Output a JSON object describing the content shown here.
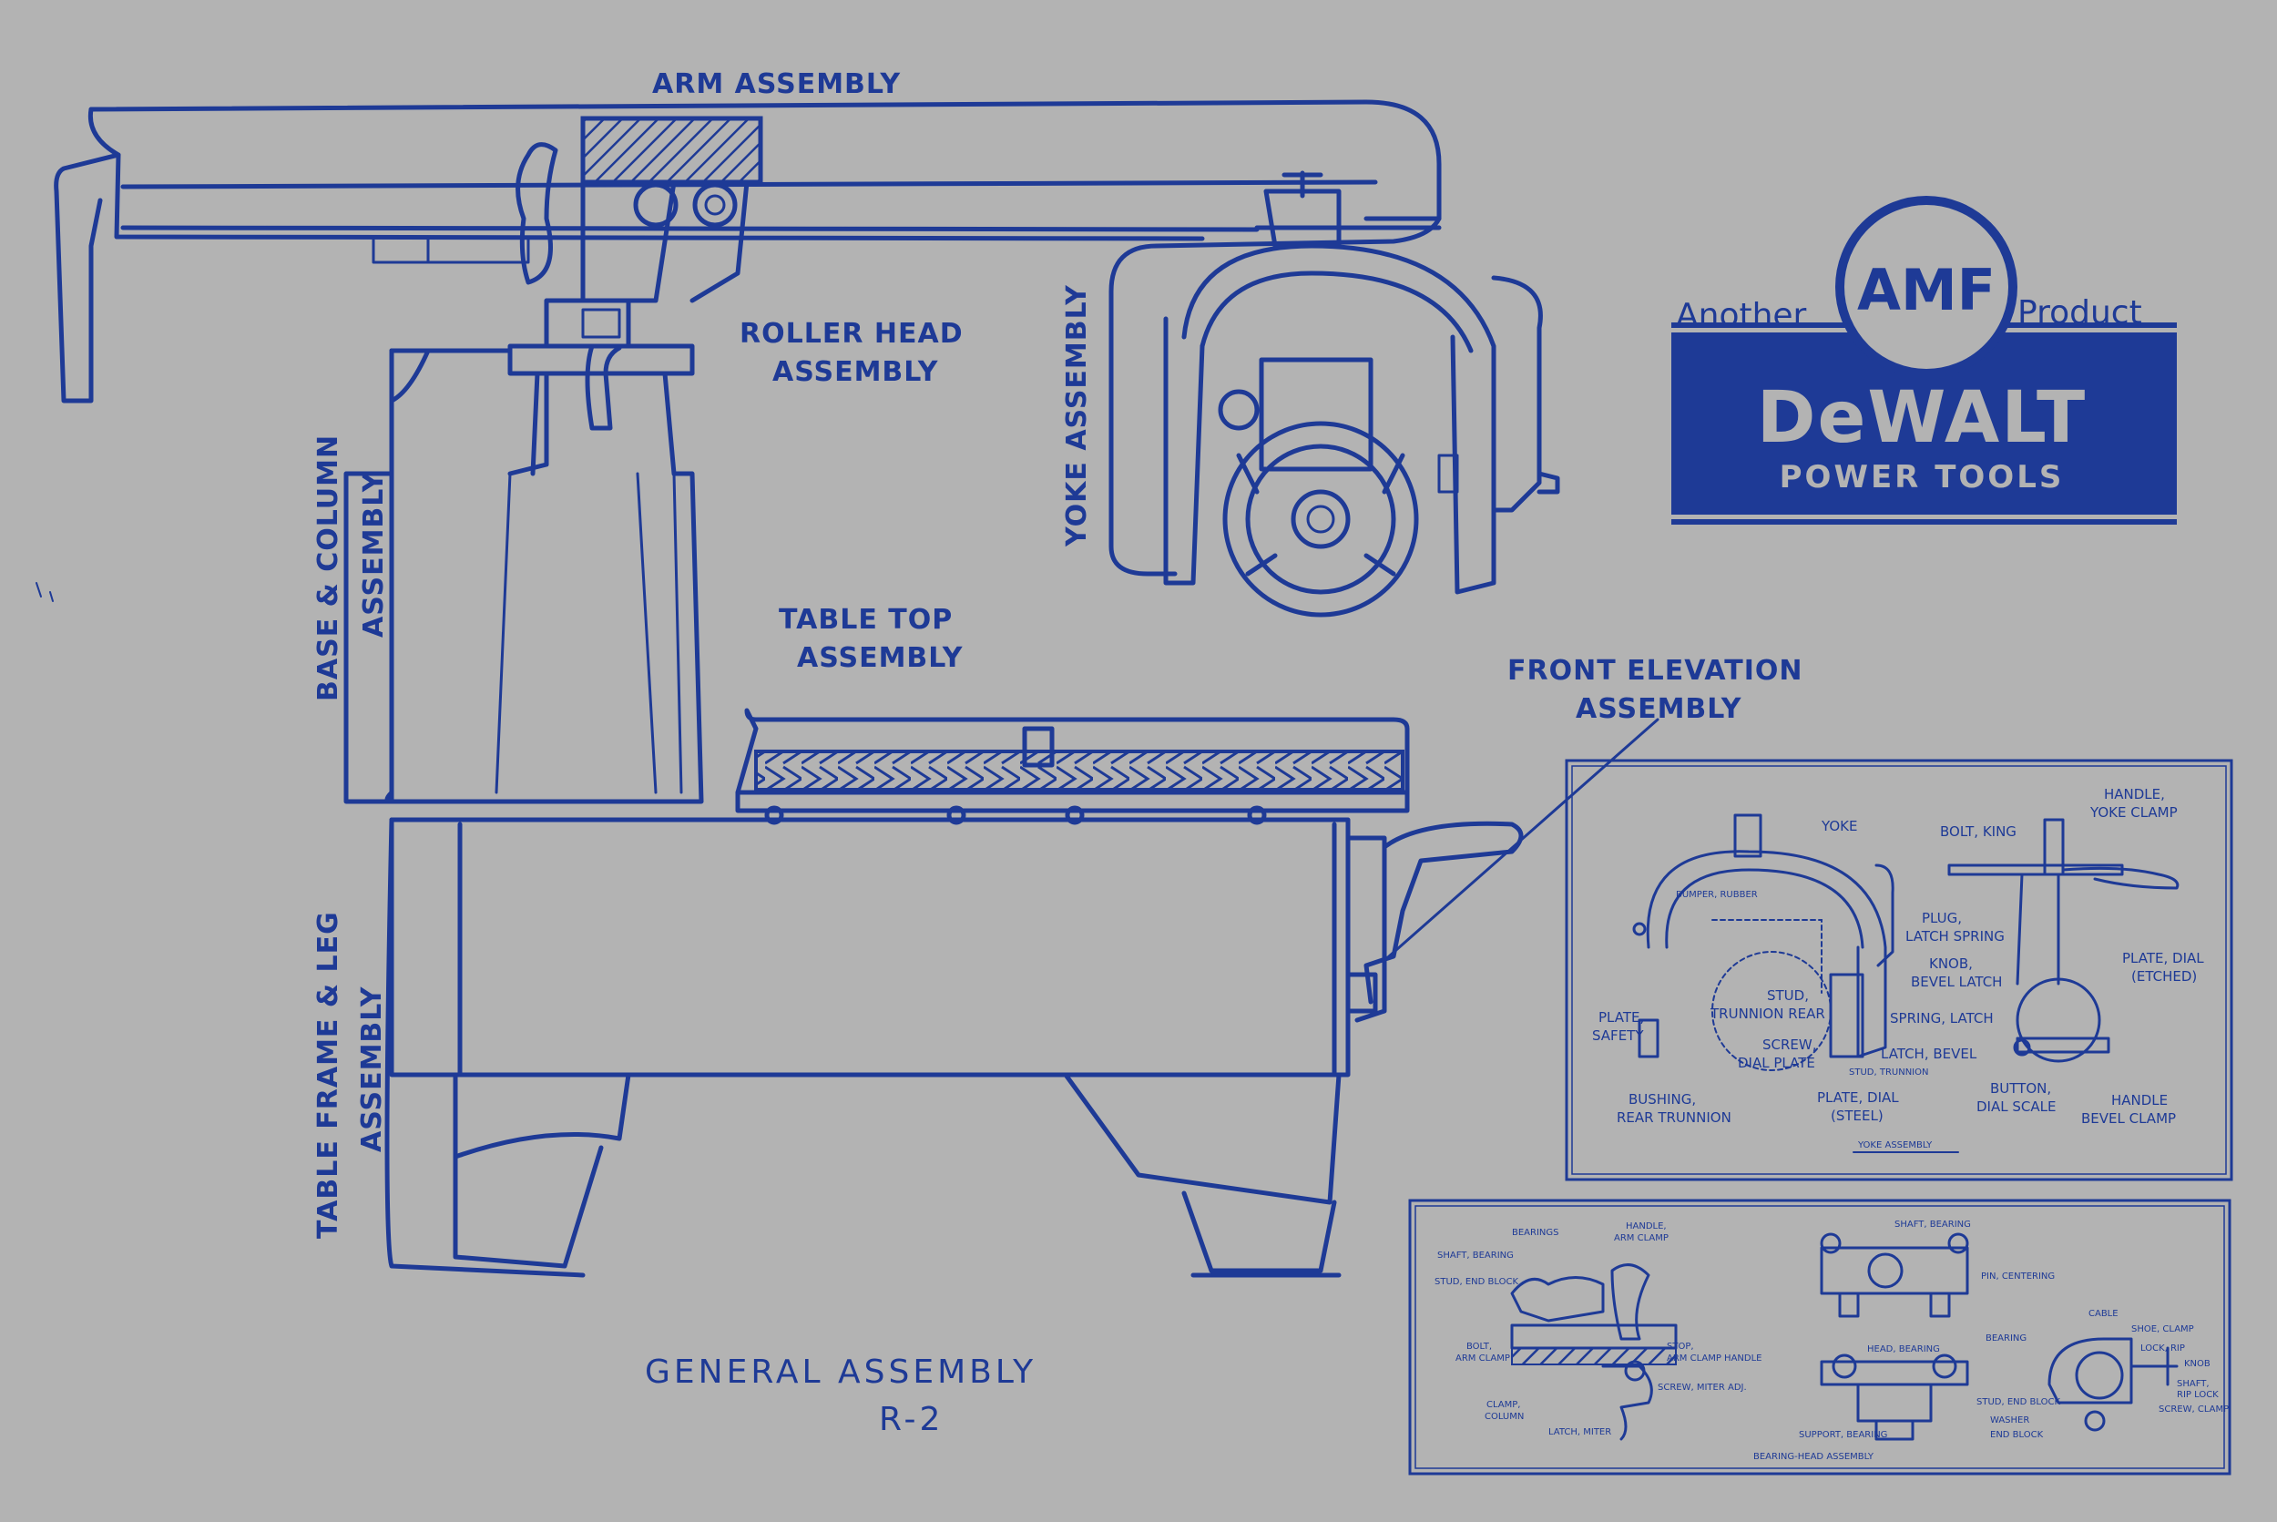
{
  "labels": {
    "arm_assembly": "ARM ASSEMBLY",
    "roller_head_1": "ROLLER HEAD",
    "roller_head_2": "ASSEMBLY",
    "yoke_assembly": "YOKE ASSEMBLY",
    "base_column_1": "BASE & COLUMN",
    "base_column_2": "ASSEMBLY",
    "table_top_1": "TABLE TOP",
    "table_top_2": "ASSEMBLY",
    "front_elevation_1": "FRONT ELEVATION",
    "front_elevation_2": "ASSEMBLY",
    "table_frame_1": "TABLE FRAME & LEG",
    "table_frame_2": "ASSEMBLY",
    "general_assembly": "GENERAL ASSEMBLY",
    "model": "R-2"
  },
  "logo": {
    "another": "Another",
    "amf": "AMF",
    "product": "Product",
    "brand": "DeWALT",
    "subtitle": "POWER TOOLS"
  },
  "yoke_inset": {
    "title": "YOKE ASSEMBLY",
    "parts": {
      "yoke": "YOKE",
      "bolt_king": "BOLT, KING",
      "handle_yoke_clamp_1": "HANDLE,",
      "handle_yoke_clamp_2": "YOKE CLAMP",
      "bumper_rubber": "BUMPER, RUBBER",
      "plug_latch_spring_1": "PLUG,",
      "plug_latch_spring_2": "LATCH SPRING",
      "knob_bevel_latch_1": "KNOB,",
      "knob_bevel_latch_2": "BEVEL LATCH",
      "plate_dial_etched_1": "PLATE, DIAL",
      "plate_dial_etched_2": "(ETCHED)",
      "stud_trunnion_rear_1": "STUD,",
      "stud_trunnion_rear_2": "TRUNNION REAR",
      "spring_latch": "SPRING, LATCH",
      "plate_safety_1": "PLATE,",
      "plate_safety_2": "SAFETY",
      "screw_dial_plate_1": "SCREW,",
      "screw_dial_plate_2": "DIAL PLATE",
      "latch_bevel": "LATCH, BEVEL",
      "stud_trunnion": "STUD, TRUNNION",
      "bushing_rear_trunnion_1": "BUSHING,",
      "bushing_rear_trunnion_2": "REAR TRUNNION",
      "plate_dial_steel_1": "PLATE, DIAL",
      "plate_dial_steel_2": "(STEEL)",
      "button_dial_scale_1": "BUTTON,",
      "button_dial_scale_2": "DIAL SCALE",
      "handle_bevel_clamp_1": "HANDLE",
      "handle_bevel_clamp_2": "BEVEL CLAMP"
    }
  },
  "bearing_inset": {
    "title": "BEARING-HEAD ASSEMBLY",
    "parts": {
      "bearings": "BEARINGS",
      "handle_arm_clamp_1": "HANDLE,",
      "handle_arm_clamp_2": "ARM CLAMP",
      "shaft_bearing_left": "SHAFT, BEARING",
      "stud_end_block": "STUD, END BLOCK",
      "bolt_arm_clamp_1": "BOLT,",
      "bolt_arm_clamp_2": "ARM CLAMP",
      "stop_arm_clamp_handle_1": "STOP,",
      "stop_arm_clamp_handle_2": "ARM CLAMP HANDLE",
      "screw_miter_adj": "SCREW, MITER ADJ.",
      "clamp_column_1": "CLAMP,",
      "clamp_column_2": "COLUMN",
      "latch_miter": "LATCH, MITER",
      "shaft_bearing_right": "SHAFT, BEARING",
      "pin_centering": "PIN, CENTERING",
      "bearing": "BEARING",
      "head_bearing": "HEAD, BEARING",
      "stud_end_block_right": "STUD, END BLOCK",
      "washer": "WASHER",
      "end_block": "END BLOCK",
      "support_bearing": "SUPPORT, BEARING",
      "cable": "CABLE",
      "shoe_clamp": "SHOE, CLAMP",
      "lock_rip": "LOCK, RIP",
      "knob": "KNOB",
      "shaft_rip_lock_1": "SHAFT,",
      "shaft_rip_lock_2": "RIP LOCK",
      "screw_clamp": "SCREW, CLAMP"
    }
  },
  "colors": {
    "paper": "#b3b3b3",
    "ink": "#1e3a96"
  }
}
